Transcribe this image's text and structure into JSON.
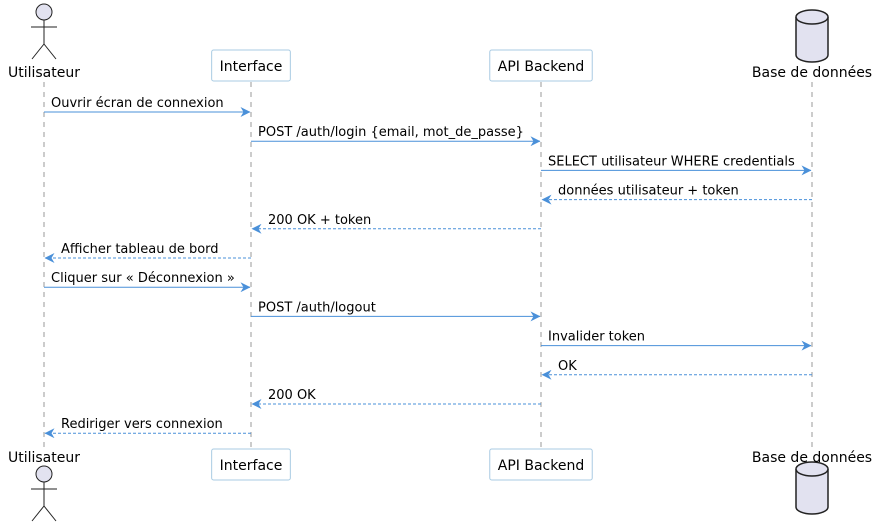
{
  "colors": {
    "arrow": "#4a90d9",
    "box_border": "#a9cbe3",
    "actor_fill": "#e2e2f0",
    "lifeline": "#999999"
  },
  "participants": [
    {
      "id": "utilisateur",
      "label": "Utilisateur",
      "kind": "actor",
      "icon": "actor-icon"
    },
    {
      "id": "interface",
      "label": "Interface",
      "kind": "box"
    },
    {
      "id": "api",
      "label": "API Backend",
      "kind": "box"
    },
    {
      "id": "db",
      "label": "Base de données",
      "kind": "database",
      "icon": "database-icon"
    }
  ],
  "messages": [
    {
      "from": "utilisateur",
      "to": "interface",
      "label": "Ouvrir écran de connexion",
      "style": "solid"
    },
    {
      "from": "interface",
      "to": "api",
      "label": "POST /auth/login {email, mot_de_passe}",
      "style": "solid"
    },
    {
      "from": "api",
      "to": "db",
      "label": "SELECT utilisateur WHERE credentials",
      "style": "solid"
    },
    {
      "from": "db",
      "to": "api",
      "label": "données utilisateur + token",
      "style": "dashed"
    },
    {
      "from": "api",
      "to": "interface",
      "label": "200 OK + token",
      "style": "dashed"
    },
    {
      "from": "interface",
      "to": "utilisateur",
      "label": "Afficher tableau de bord",
      "style": "dashed"
    },
    {
      "from": "utilisateur",
      "to": "interface",
      "label": "Cliquer sur « Déconnexion »",
      "style": "solid"
    },
    {
      "from": "interface",
      "to": "api",
      "label": "POST /auth/logout",
      "style": "solid"
    },
    {
      "from": "api",
      "to": "db",
      "label": "Invalider token",
      "style": "solid"
    },
    {
      "from": "db",
      "to": "api",
      "label": "OK",
      "style": "dashed"
    },
    {
      "from": "api",
      "to": "interface",
      "label": "200 OK",
      "style": "dashed"
    },
    {
      "from": "interface",
      "to": "utilisateur",
      "label": "Rediriger vers connexion",
      "style": "dashed"
    }
  ]
}
